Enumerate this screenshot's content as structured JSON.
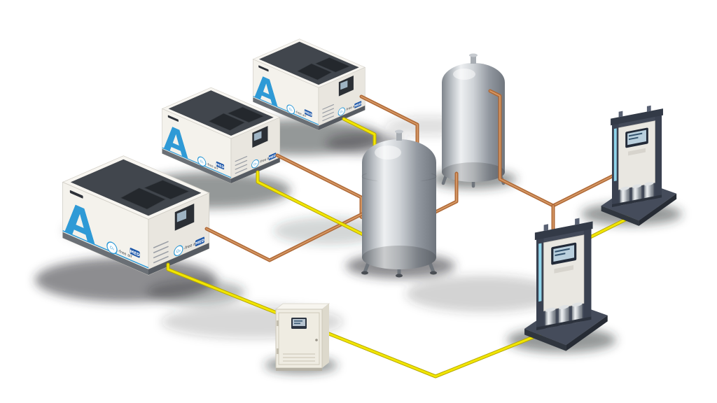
{
  "scene": {
    "type": "equipment-layout-illustration",
    "background": "#ffffff"
  },
  "labels": {
    "letter": "A",
    "badge": "MED",
    "o2_mark": "O₂",
    "tagline": "-free air"
  },
  "equipment": {
    "compressors": [
      "compressor-1",
      "compressor-2",
      "compressor-3"
    ],
    "receivers": [
      "air-receiver-tank-1",
      "air-receiver-tank-2"
    ],
    "dryers": [
      "desiccant-dryer-1",
      "desiccant-dryer-2"
    ],
    "control_cabinet": "central-control-cabinet",
    "piping": [
      "copper-air-pipe",
      "yellow-power-cable"
    ]
  },
  "colors": {
    "accent_blue": "#2f9ad6",
    "badge_blue": "#1c56a8",
    "copper": "#b06a38",
    "copper_highlight": "#d79a66",
    "cable_yellow": "#f2e600",
    "cable_yellow_dark": "#b7a800",
    "body_white": "#f4f2ec",
    "panel_dark": "#3b4046",
    "dryer_slate": "#4a5161",
    "tank_silver": "#c9cdd2"
  }
}
